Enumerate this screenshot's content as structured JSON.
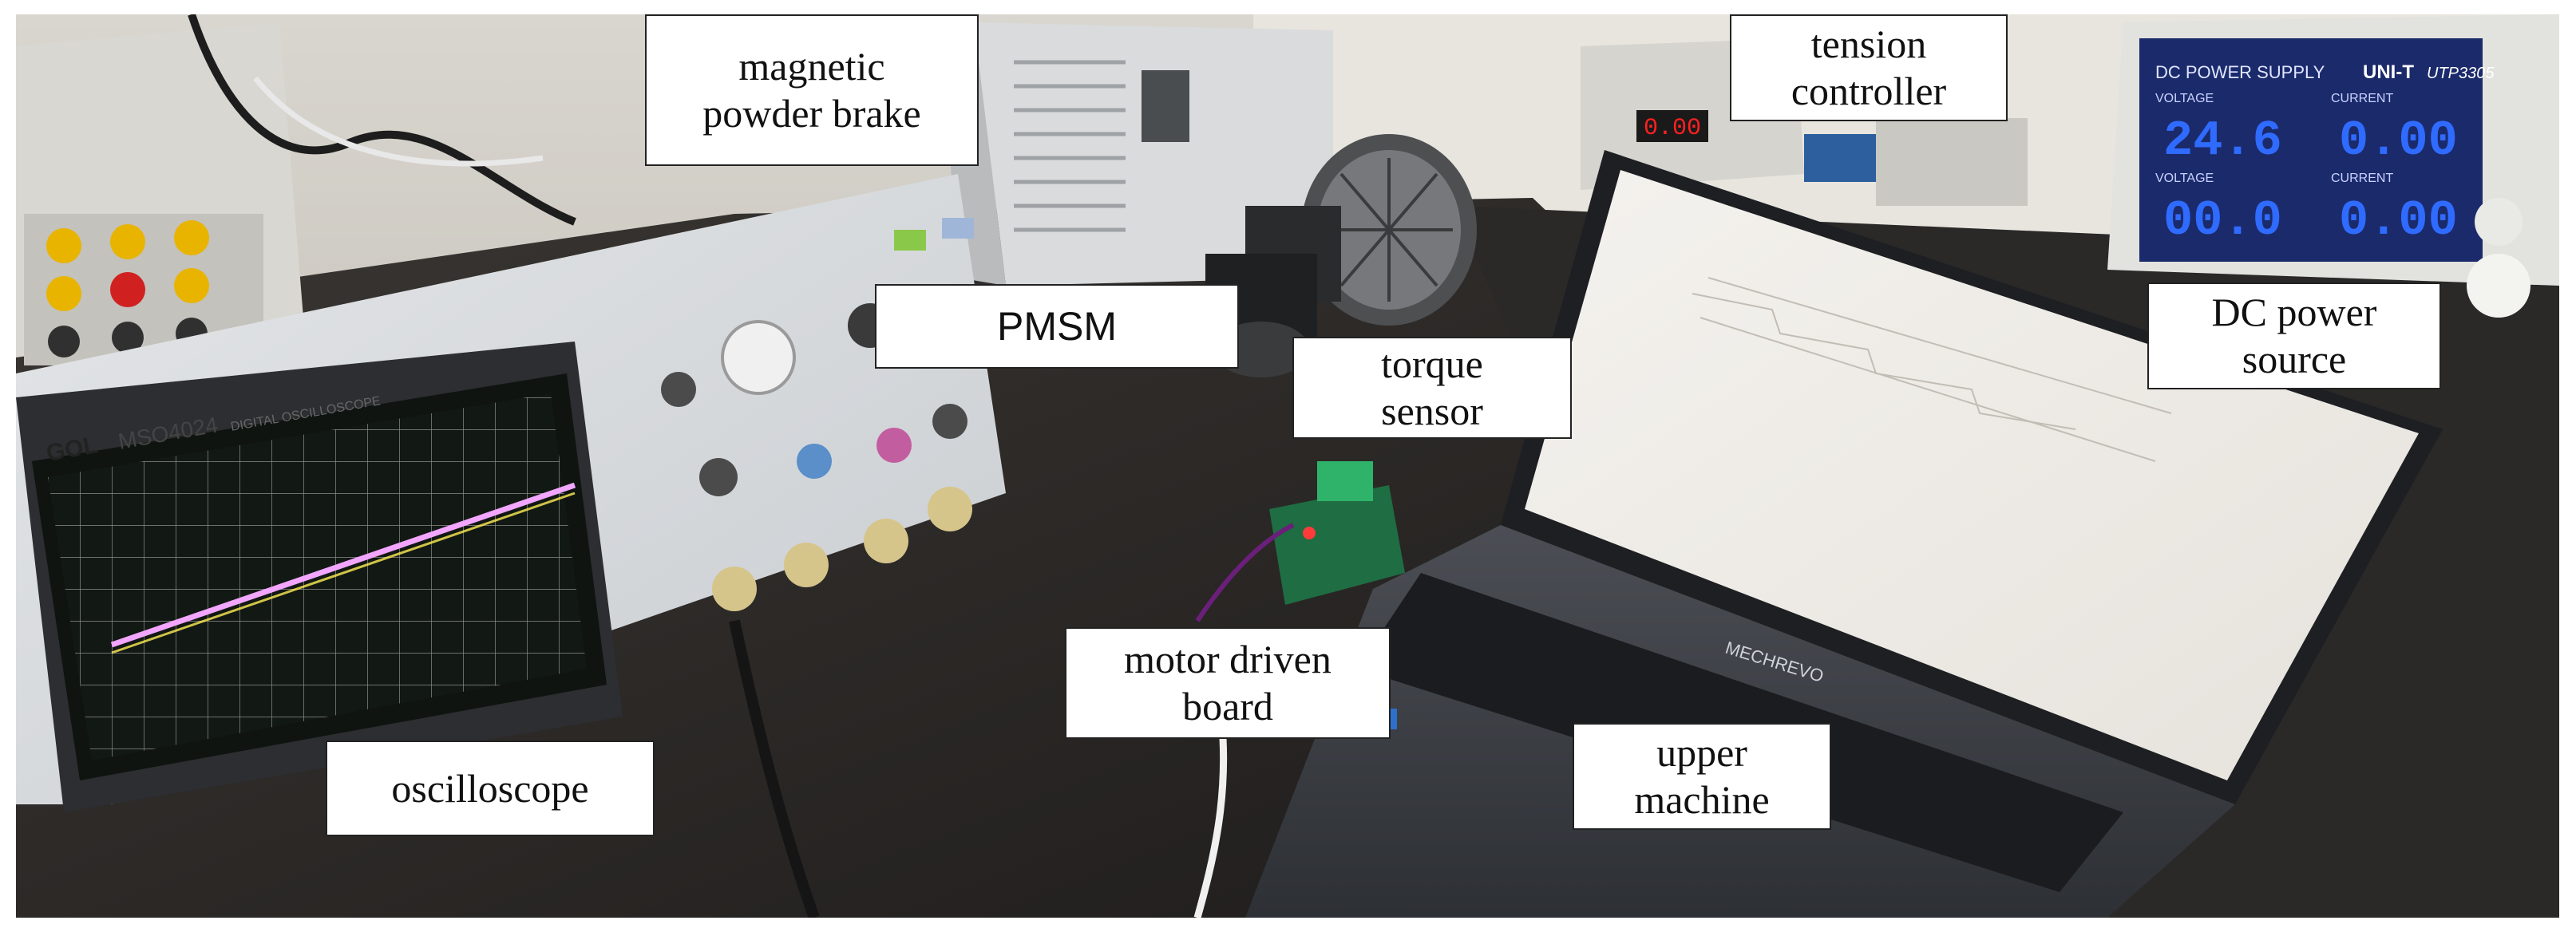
{
  "labels": {
    "magnetic_powder_brake": "magnetic\npowder brake",
    "tension_controller": "tension\ncontroller",
    "pmsm": "PMSM",
    "torque_sensor": "torque\nsensor",
    "dc_power_source": "DC power\nsource",
    "motor_driven_board": "motor driven\nboard",
    "oscilloscope": "oscilloscope",
    "upper_machine": "upper\nmachine"
  },
  "device_text": {
    "oscilloscope_brand": "GOL",
    "oscilloscope_model": "MSO4024",
    "oscilloscope_subtitle": "DIGITAL OSCILLOSCOPE",
    "psu_title": "DC POWER SUPPLY",
    "psu_brand": "UNI-T",
    "psu_model": "UTP3305",
    "psu_voltage_1": "24.6",
    "psu_current_1": "0.00",
    "psu_voltage_2": "00.0",
    "psu_current_2": "0.00",
    "psu_label_voltage": "VOLTAGE",
    "psu_label_current": "CURRENT",
    "tension_display": "0.00",
    "laptop_brand": "MECHREVO"
  },
  "colors": {
    "label_border": "#222222",
    "trace": "#f2a6ff",
    "psu_digits": "#2f6bff",
    "tension_digits": "#ff2020"
  }
}
